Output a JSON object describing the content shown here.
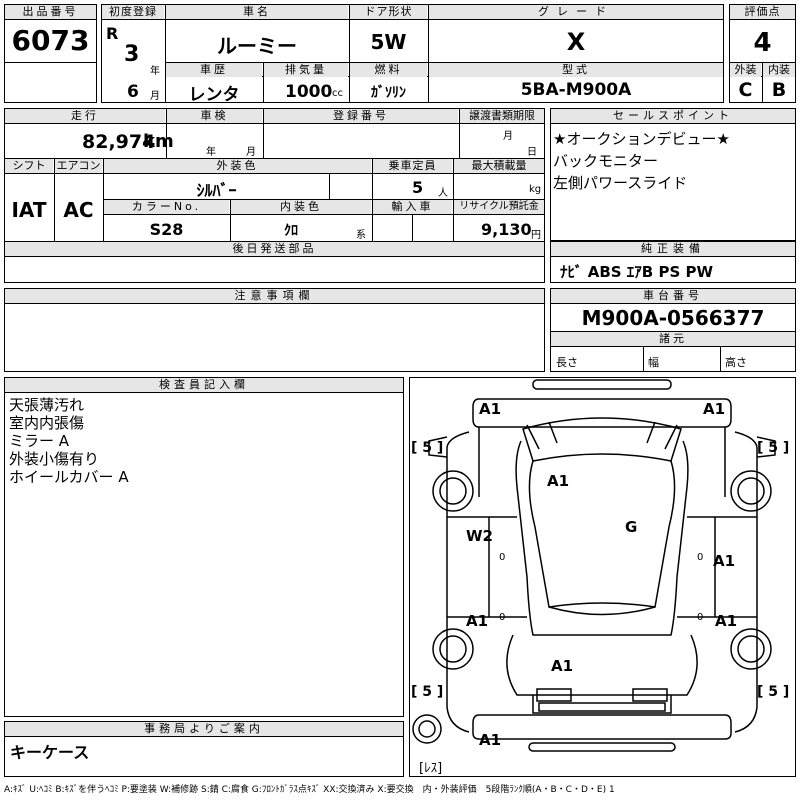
{
  "top": {
    "lot_label": "出品番号",
    "lot_no": "6073",
    "reg_label": "初度登録",
    "era": "R",
    "reg_year": "3",
    "year_unit": "年",
    "reg_month": "6",
    "month_unit": "月",
    "name_label": "車名",
    "car_name": "ルーミー",
    "door_label": "ドア形状",
    "door": "5W",
    "grade_label": "グレード",
    "grade": "X",
    "score_label": "評価点",
    "score": "4",
    "history_label": "車歴",
    "history": "レンタ",
    "disp_label": "排気量",
    "displacement": "1000",
    "disp_unit": "cc",
    "fuel_label": "燃料",
    "fuel": "ｶﾞｿﾘﾝ",
    "model_label": "型式",
    "model": "5BA-M900A",
    "ext_label": "外装",
    "ext_grade": "C",
    "int_label": "内装",
    "int_grade": "B"
  },
  "mid": {
    "mileage_label": "走行",
    "mileage": "82,974",
    "mileage_unit": "km",
    "inspection_label": "車検",
    "insp_year_unit": "年",
    "insp_month_unit": "月",
    "regno_label": "登録番号",
    "transfer_label": "譲渡書類期限",
    "transfer_month_unit": "月",
    "transfer_day_unit": "日",
    "shift_label": "シフト",
    "shift": "IAT",
    "ac_label": "エアコン",
    "ac": "AC",
    "color_label": "外装色",
    "color": "ｼﾙﾊﾞｰ",
    "seats_label": "乗車定員",
    "seats": "5",
    "seats_unit": "人",
    "load_label": "最大積載量",
    "load_unit": "kg",
    "colorno_label": "カラーNo.",
    "color_no": "S28",
    "intcolor_label": "内装色",
    "int_color": "ｸﾛ",
    "int_color_unit": "系",
    "import_label": "輸入車",
    "recycle_label": "リサイクル預託金",
    "recycle": "9,130",
    "recycle_unit": "円",
    "later_label": "後日発送部品"
  },
  "sales": {
    "label": "セールスポイント",
    "items": [
      "★オークションデビュー★",
      "バックモニター",
      "左側パワースライド"
    ]
  },
  "equipment": {
    "label": "純正装備",
    "value": "ﾅﾋﾞ ABS ｴｱB PS PW"
  },
  "notes": {
    "label": "注意事項欄"
  },
  "chassis": {
    "label": "車台番号",
    "value": "M900A-0566377",
    "spec_label": "諸元",
    "length_label": "長さ",
    "width_label": "幅",
    "height_label": "高さ"
  },
  "inspector": {
    "label": "検査員記入欄",
    "lines": [
      "天張薄汚れ",
      "室内内張傷",
      "ミラー A",
      "外装小傷有り",
      "ホイールカバー A"
    ]
  },
  "office": {
    "label": "事務局よりご案内",
    "text": "キーケース"
  },
  "diagram": {
    "marks": [
      "A1",
      "A1",
      "A1",
      "G",
      "W2",
      "A1",
      "A1",
      "A1",
      "A1",
      "A1"
    ],
    "tires": [
      "[ 5 ]",
      "[ 5 ]",
      "[ 5 ]",
      "[ 5 ]"
    ],
    "zeros": [
      "0",
      "0",
      "0",
      "0"
    ],
    "spare": "[ﾚｽ]"
  },
  "legend": "A:ｷｽﾞ U:ﾍｺﾐ B:ｷｽﾞを伴うﾍｺﾐ P:要塗装 W:補修跡 S:錆 C:腐食 G:ﾌﾛﾝﾄｶﾞﾗｽ点ｷｽﾞ XX:交換済み X:要交換　内・外装評価　5段階ﾗﾝｸ順(A・B・C・D・E) 1"
}
